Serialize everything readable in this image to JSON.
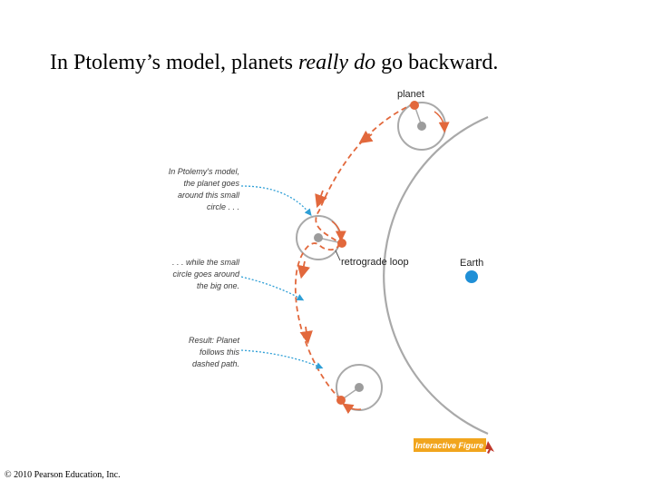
{
  "slide": {
    "title_part1": "In Ptolemy’s model, planets ",
    "title_emphasis": "really do",
    "title_part2": " go backward."
  },
  "diagram": {
    "labels": {
      "planet": "planet",
      "retrograde_loop": "retrograde loop",
      "earth": "Earth"
    },
    "notes": {
      "note1": [
        "In Ptolemy's model,",
        "the planet goes",
        "around this small",
        "circle . . ."
      ],
      "note2": [
        ". . . while the small",
        "circle goes around",
        "the big one."
      ],
      "note3": [
        "Result: Planet",
        "follows this",
        "dashed path."
      ]
    },
    "badge": "Interactive Figure",
    "colors": {
      "planet": "#e2683c",
      "earth": "#1f8fd6",
      "orbit": "#a9a9a9",
      "center": "#9c9c9c",
      "arrow": "#2f9fd6",
      "badge_bg": "#f1a51d"
    }
  },
  "footer": {
    "copyright": "© 2010 Pearson Education, Inc."
  }
}
